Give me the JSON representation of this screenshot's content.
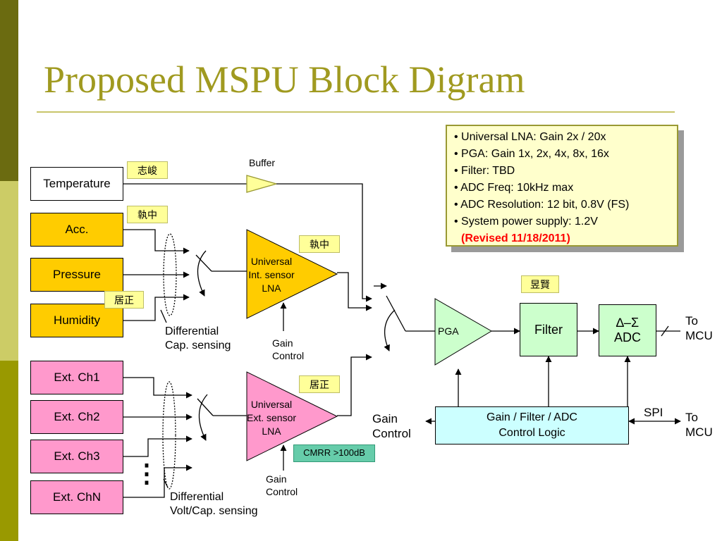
{
  "title": "Proposed MSPU Block Digram",
  "colors": {
    "title": "#a09a20",
    "sensor_block": "#ffcc00",
    "ext_block": "#ff99cc",
    "pga": "#ccffcc",
    "filter_adc": "#ccffcc",
    "logic": "#ccffff",
    "cmrr": "#66ccaa",
    "note_box": "#ffffcc",
    "revision": "#ff0000"
  },
  "sensors": [
    "Temperature",
    "Acc.",
    "Pressure",
    "Humidity"
  ],
  "ext_channels": [
    "Ext. Ch1",
    "Ext. Ch2",
    "Ext. Ch3",
    "Ext. ChN"
  ],
  "tags": {
    "temperature": "志峻",
    "acc": "執中",
    "humidity": "居正",
    "int_lna": "執中",
    "ext_lna": "居正",
    "filter": "昱賢"
  },
  "buffer_label": "Buffer",
  "int_lna": {
    "line1": "Universal",
    "line2": "Int. sensor",
    "line3": "LNA"
  },
  "ext_lna": {
    "line1": "Universal",
    "line2": "Ext. sensor",
    "line3": "LNA"
  },
  "gain_control": {
    "line1": "Gain",
    "line2": "Control"
  },
  "diff_cap": {
    "line1": "Differential",
    "line2": "Cap. sensing"
  },
  "diff_volt": {
    "line1": "Differential",
    "line2": "Volt/Cap. sensing"
  },
  "cmrr": "CMRR >100dB",
  "pga": "PGA",
  "filter": "Filter",
  "adc": {
    "line1": "∆–Σ",
    "line2": "ADC"
  },
  "to_mcu": {
    "line1": "To",
    "line2": "MCU"
  },
  "logic": {
    "line1": "Gain / Filter / ADC",
    "line2": "Control Logic"
  },
  "spi": "SPI",
  "ellipsis": "⋮",
  "notes": [
    "• Universal LNA: Gain 2x / 20x",
    "• PGA: Gain 1x, 2x, 4x, 8x, 16x",
    "• Filter: TBD",
    "• ADC Freq:  10kHz max",
    "• ADC Resolution: 12 bit, 0.8V (FS)",
    "• System power supply: 1.2V"
  ],
  "revision": "(Revised 11/18/2011)"
}
